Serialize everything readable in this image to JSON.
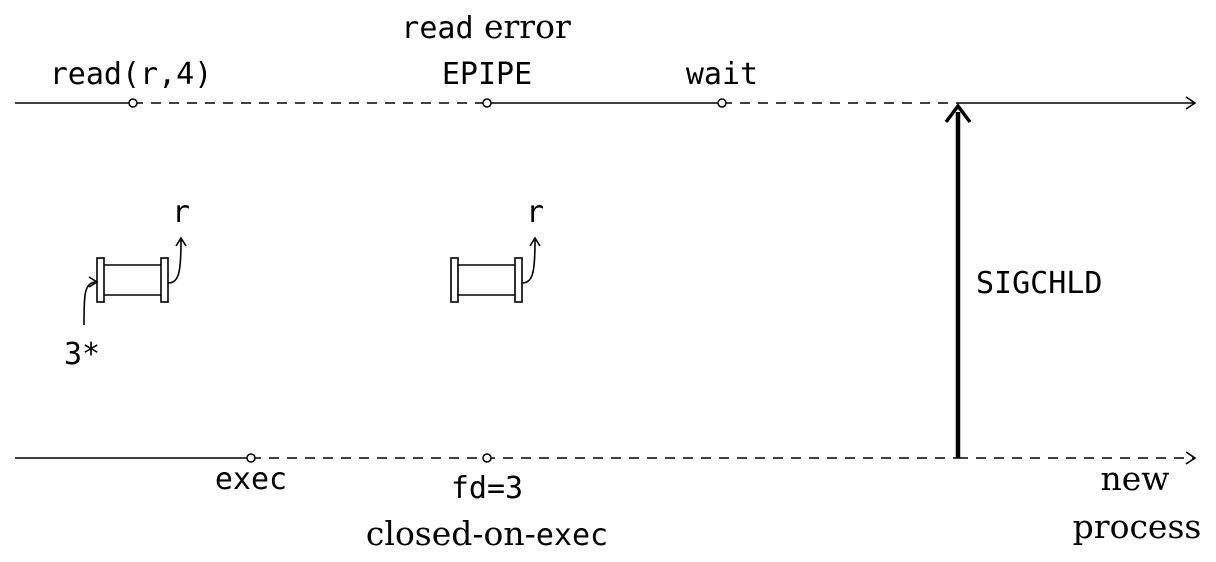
{
  "parent": {
    "read_call": "read(r,4)",
    "read_error_word": "read",
    "read_error_suffix": " error",
    "epipe": "EPIPE",
    "wait": "wait"
  },
  "child": {
    "exec": "exec",
    "fd_label": "fd=3",
    "closed_prefix": "closed-on-",
    "closed_exec": "exec",
    "new_line1": "new",
    "new_line2": "process"
  },
  "pipes": {
    "left_read_end": "r",
    "left_write_end": "3*",
    "right_read_end": "r"
  },
  "signal": {
    "label": "SIGCHLD"
  }
}
